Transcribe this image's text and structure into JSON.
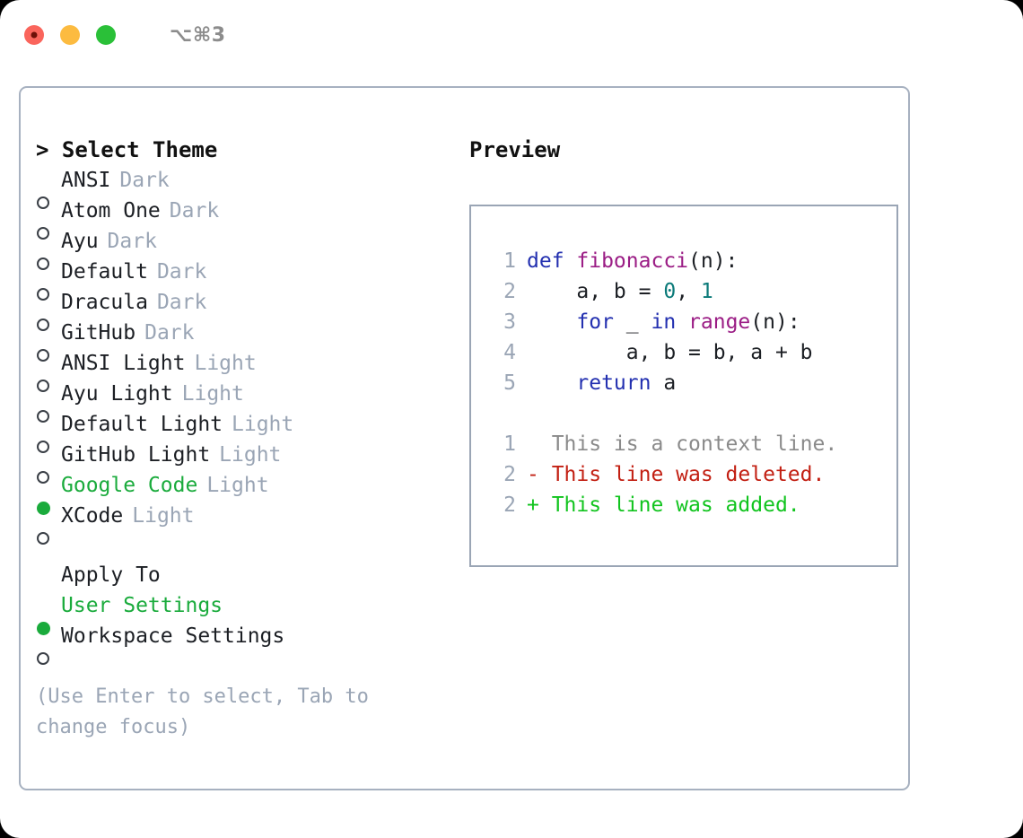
{
  "window": {
    "shortcut": "⌥⌘3",
    "traffic_lights": [
      "close-red",
      "minimize-yellow",
      "maximize-green"
    ]
  },
  "left": {
    "heading": "> Select Theme",
    "themes": [
      {
        "name": "ANSI",
        "variant": "Dark",
        "selected": false
      },
      {
        "name": "Atom One",
        "variant": "Dark",
        "selected": false
      },
      {
        "name": "Ayu",
        "variant": "Dark",
        "selected": false
      },
      {
        "name": "Default",
        "variant": "Dark",
        "selected": false
      },
      {
        "name": "Dracula",
        "variant": "Dark",
        "selected": false
      },
      {
        "name": "GitHub",
        "variant": "Dark",
        "selected": false
      },
      {
        "name": "ANSI Light",
        "variant": "Light",
        "selected": false
      },
      {
        "name": "Ayu Light",
        "variant": "Light",
        "selected": false
      },
      {
        "name": "Default Light",
        "variant": "Light",
        "selected": false
      },
      {
        "name": "GitHub Light",
        "variant": "Light",
        "selected": false
      },
      {
        "name": "Google Code",
        "variant": "Light",
        "selected": true
      },
      {
        "name": "XCode",
        "variant": "Light",
        "selected": false
      }
    ],
    "apply_to": {
      "heading": "Apply To",
      "options": [
        {
          "name": "User Settings",
          "selected": true
        },
        {
          "name": "Workspace Settings",
          "selected": false
        }
      ]
    },
    "hint": "(Use Enter to select, Tab to change focus)"
  },
  "right": {
    "heading": "Preview",
    "code_lines": [
      {
        "num": "1",
        "tokens": [
          {
            "t": "def ",
            "c": "kw"
          },
          {
            "t": "fibonacci",
            "c": "fn"
          },
          {
            "t": "(n):",
            "c": "punc"
          }
        ]
      },
      {
        "num": "2",
        "tokens": [
          {
            "t": "    a, b = ",
            "c": "txt"
          },
          {
            "t": "0",
            "c": "num"
          },
          {
            "t": ", ",
            "c": "txt"
          },
          {
            "t": "1",
            "c": "num"
          }
        ]
      },
      {
        "num": "3",
        "tokens": [
          {
            "t": "    ",
            "c": "txt"
          },
          {
            "t": "for",
            "c": "kw"
          },
          {
            "t": " _ ",
            "c": "txt"
          },
          {
            "t": "in",
            "c": "kw"
          },
          {
            "t": " ",
            "c": "txt"
          },
          {
            "t": "range",
            "c": "fn"
          },
          {
            "t": "(n):",
            "c": "punc"
          }
        ]
      },
      {
        "num": "4",
        "tokens": [
          {
            "t": "        a, b = b, a + b",
            "c": "txt"
          }
        ]
      },
      {
        "num": "5",
        "tokens": [
          {
            "t": "    ",
            "c": "txt"
          },
          {
            "t": "return",
            "c": "kw"
          },
          {
            "t": " a",
            "c": "txt"
          }
        ]
      }
    ],
    "diff_lines": [
      {
        "num": "1",
        "text": "  This is a context line.",
        "kind": "ctx"
      },
      {
        "num": "2",
        "text": "- This line was deleted.",
        "kind": "del"
      },
      {
        "num": "2",
        "text": "+ This line was added.",
        "kind": "add"
      }
    ]
  },
  "colors": {
    "accent_green": "#1aab3c",
    "muted": "#9aa5b5",
    "keyword": "#2330b0",
    "function": "#9b1d85",
    "number": "#0b7a79",
    "diff_add": "#11c41e",
    "diff_del": "#c21f12",
    "border": "#a7b1c0"
  }
}
